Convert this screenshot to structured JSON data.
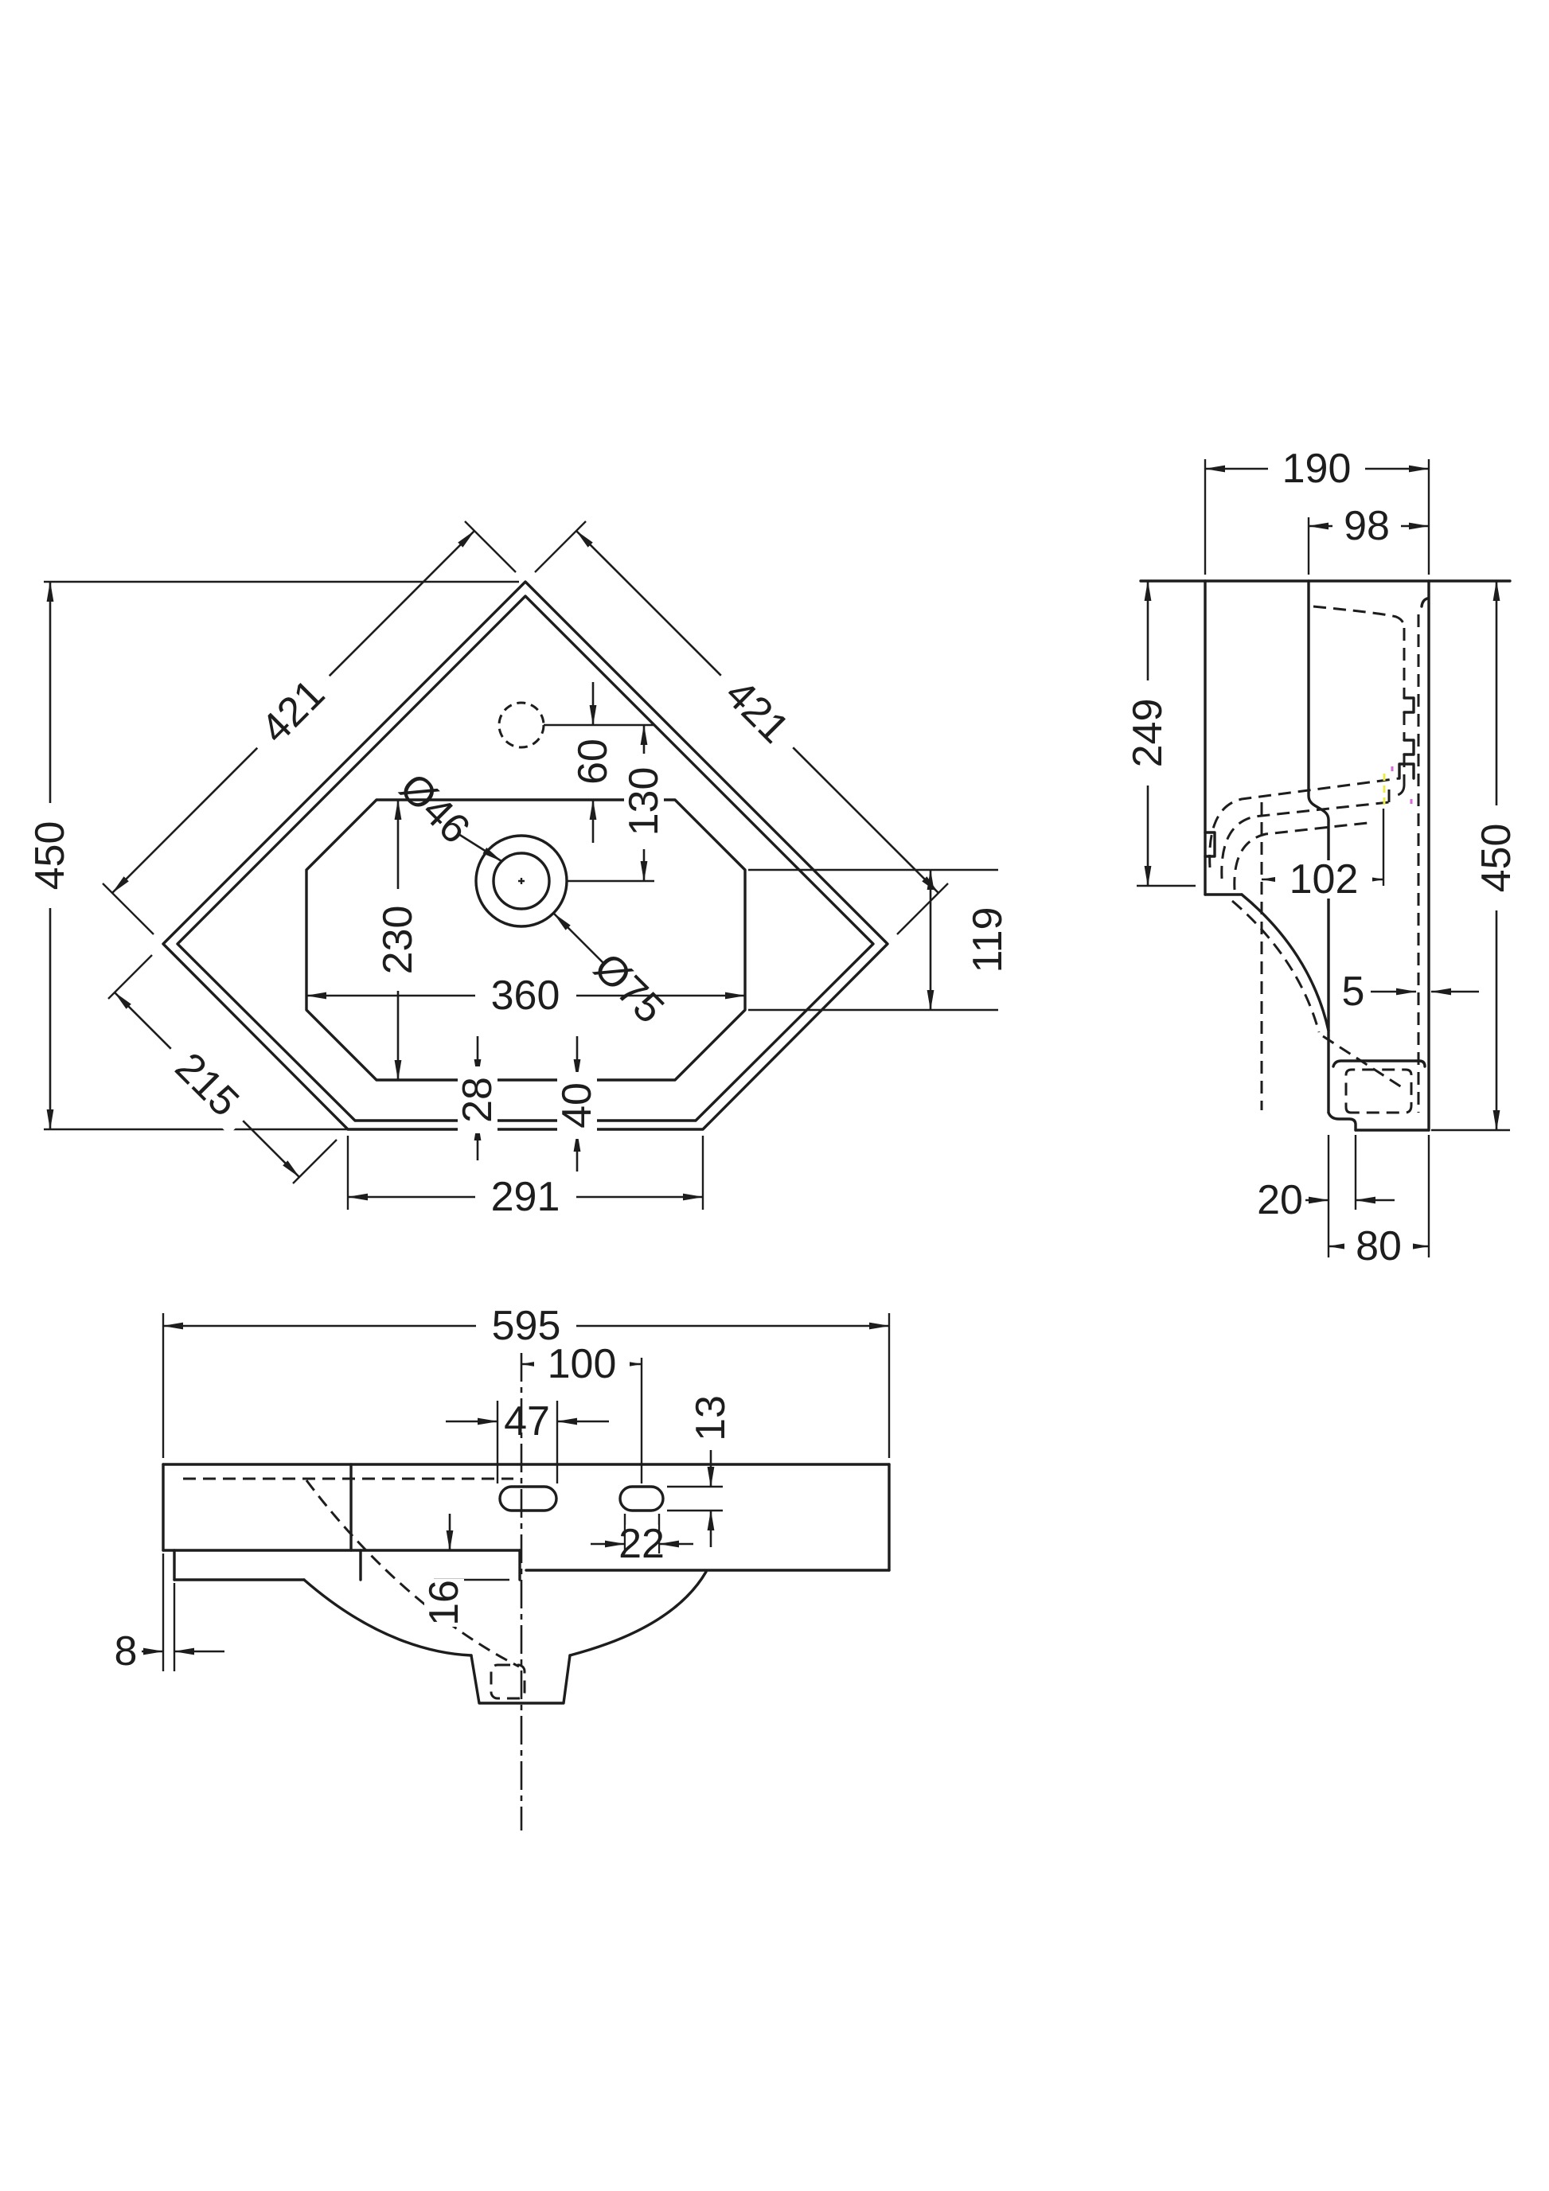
{
  "title": "Corner basin technical drawing",
  "colors": {
    "line": "#1d1d1d",
    "background": "#ffffff",
    "artifact_yellow": "#eded4a",
    "artifact_magenta": "#d86ad8"
  },
  "plan_view": {
    "dims": {
      "edge_left": "421",
      "edge_right": "421",
      "overall_height": "450",
      "edge_lower_left": "215",
      "bottom_width": "291",
      "bowl_width": "360",
      "bowl_height": "230",
      "rim_inner_offset": "28",
      "rim_outer_offset": "40",
      "tap_to_bowl": "60",
      "tap_to_drain": "130",
      "right_edge_height": "119",
      "drain_inner_dia": "Ø46",
      "drain_outer_dia": "Ø75"
    }
  },
  "side_view": {
    "dims": {
      "overall_depth": "190",
      "rim_depth": "98",
      "front_height": "249",
      "overall_height": "450",
      "recess_depth": "102",
      "wall_gap": "5",
      "outlet_offset": "20",
      "base_depth": "80"
    }
  },
  "front_view": {
    "dims": {
      "overall_width": "595",
      "hole_offset": "100",
      "overflow_width": "47",
      "hole_height": "13",
      "hole_width": "22",
      "rim_thickness": "16",
      "lip_offset": "8"
    }
  }
}
